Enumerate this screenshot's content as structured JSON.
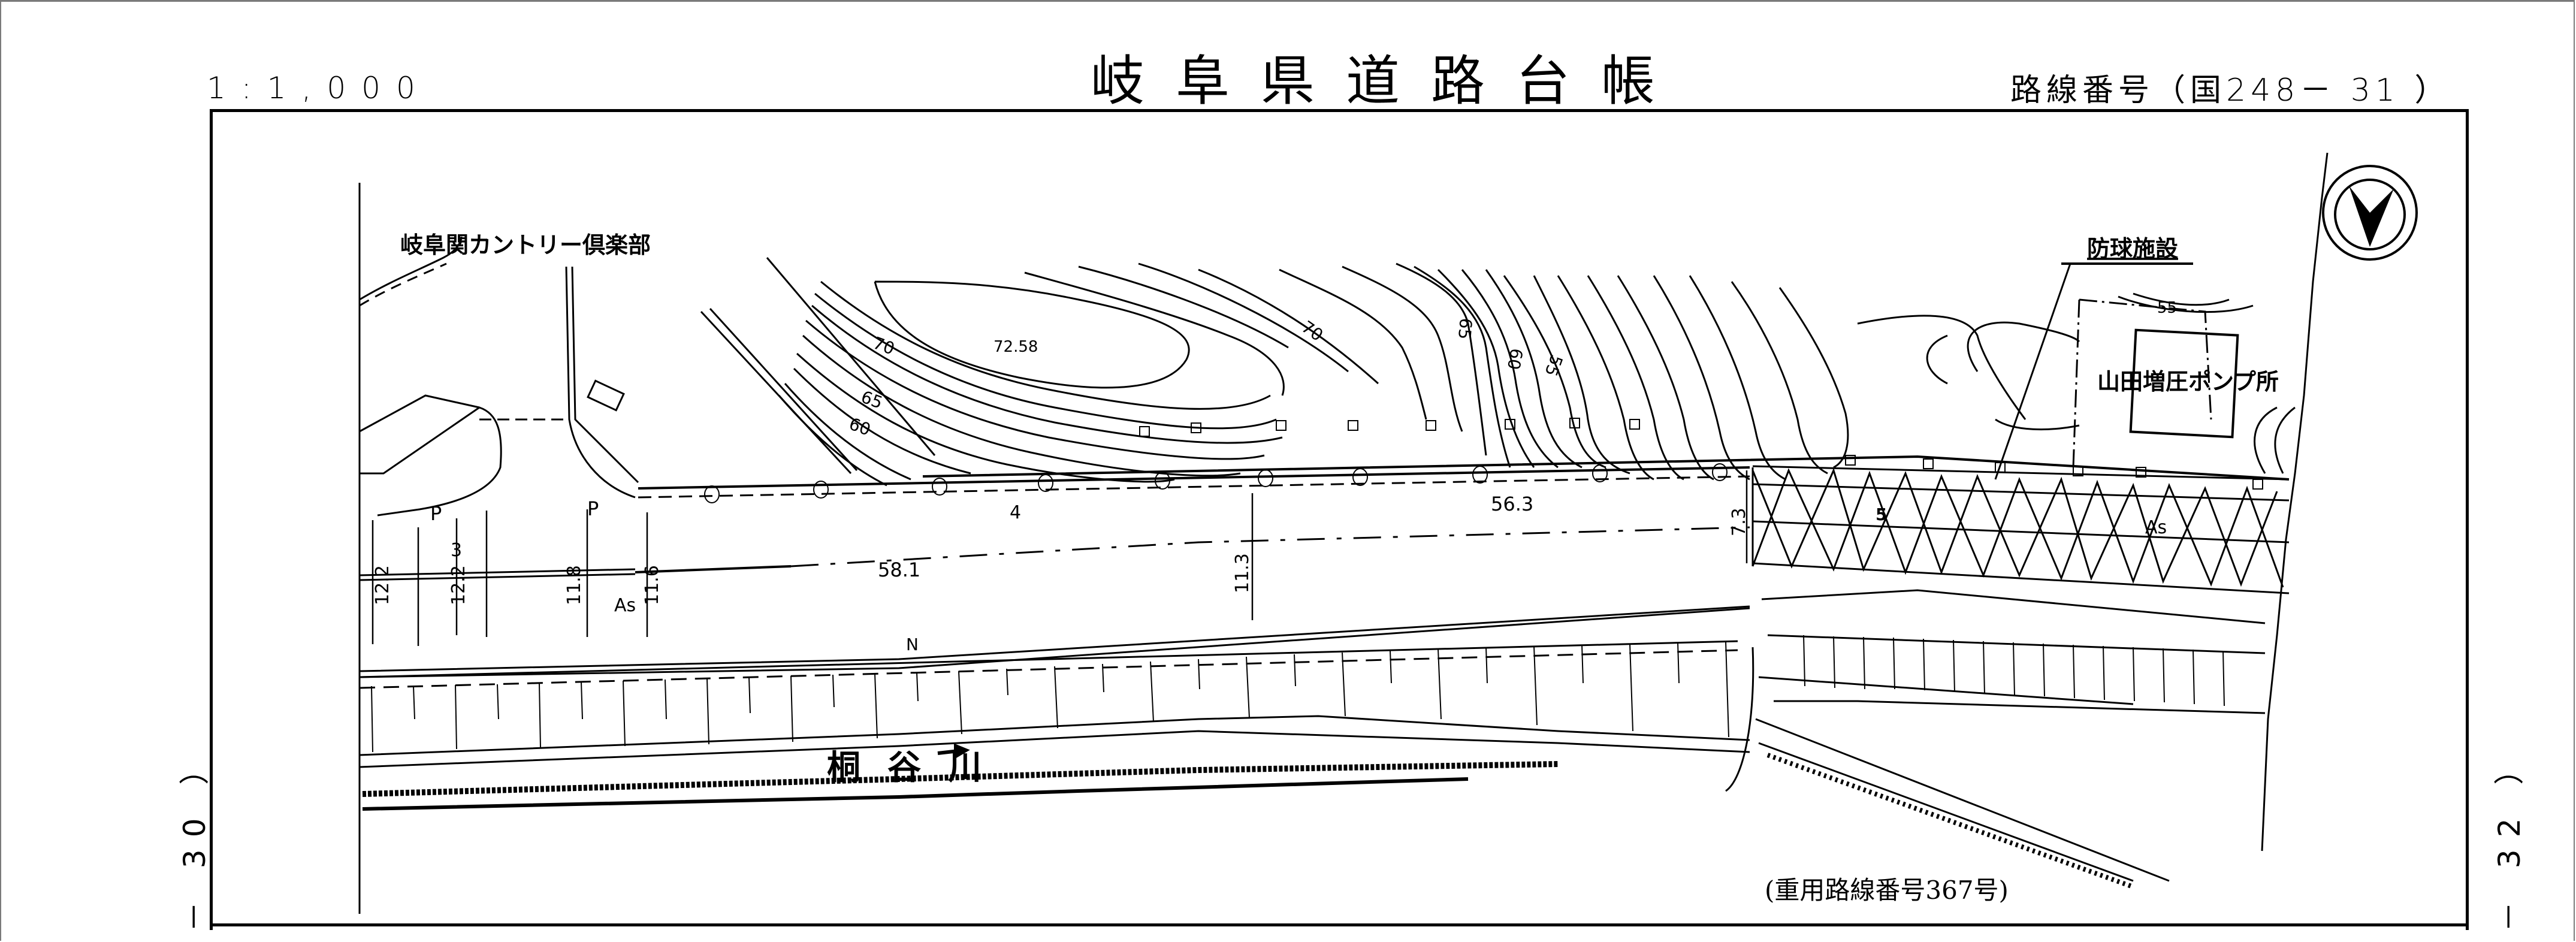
{
  "header": {
    "scale": "1:1,000",
    "title": "岐阜県道路台帳",
    "route_number": "路線番号（国248－ 31 ）"
  },
  "side_labels": {
    "left": "－ 30 ）",
    "right": "－ 32 ）"
  },
  "map": {
    "place_labels": {
      "country_club": "岐阜関カントリー倶楽部",
      "ball_fence": "防球施設",
      "pump_station": "山田増圧ポンプ所",
      "river": "桐谷川",
      "concurrent_route": "(重用路線番号367号)"
    },
    "contour_labels": [
      "70",
      "65",
      "60",
      "70",
      "65",
      "60",
      "55",
      "55"
    ],
    "spot_height": "72.58",
    "road_labels": {
      "parking_1": "P",
      "parking_2": "P",
      "surface_1": "As",
      "surface_2": "As",
      "north_mark": "N",
      "station_3": "3",
      "station_4": "4",
      "station_5": "5",
      "distance_1": "58.1",
      "distance_2": "56.3"
    },
    "width_dimensions": [
      "12.2",
      "12.2",
      "11.8",
      "11.6",
      "11.3",
      "7.3"
    ],
    "symbols": {
      "north_arrow": "north-arrow-icon",
      "river_flow": "arrow-right-icon"
    },
    "colors": {
      "ink": "#000000",
      "paper": "#ffffff"
    }
  }
}
